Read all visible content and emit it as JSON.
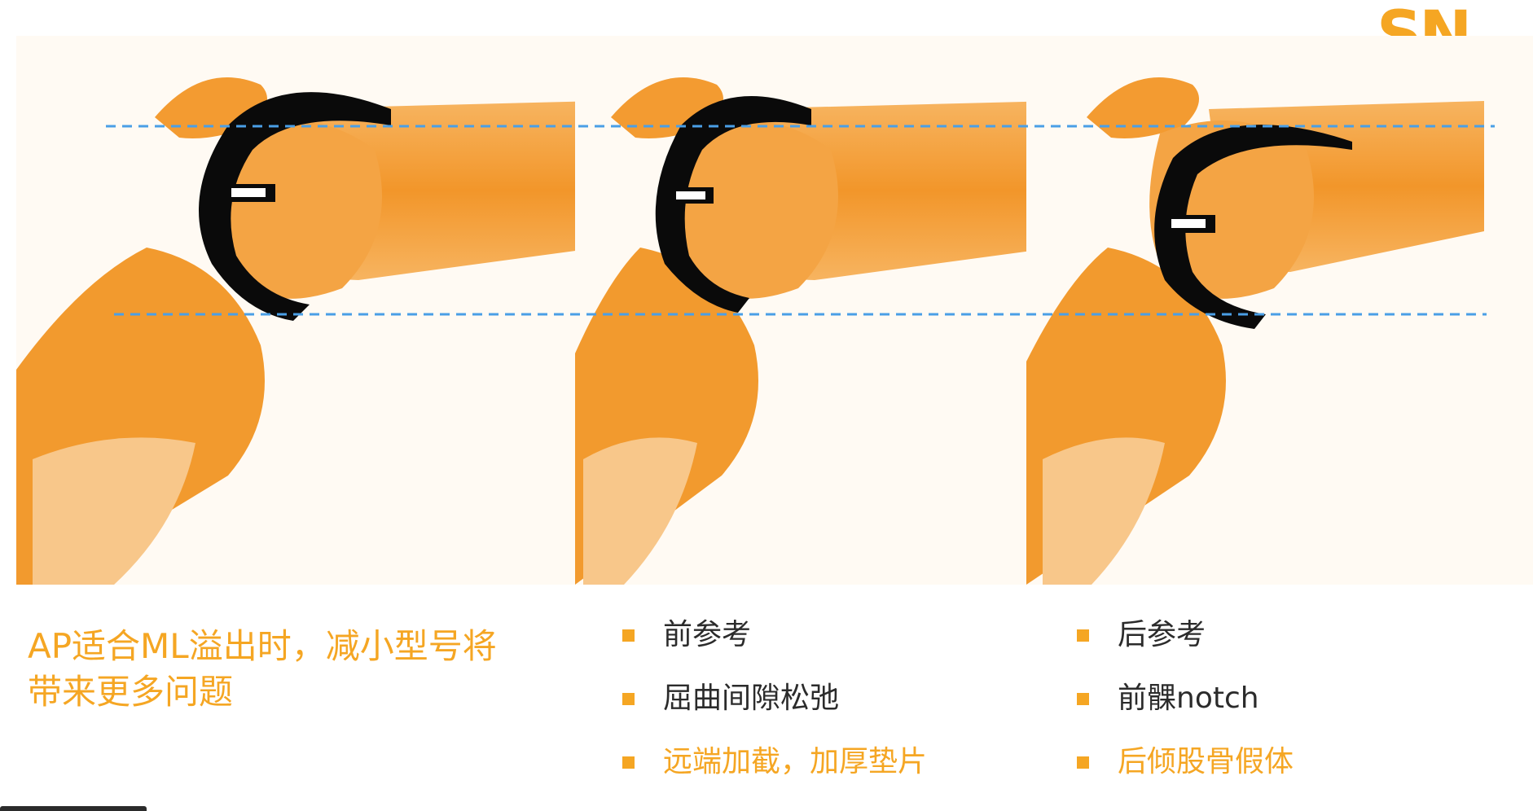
{
  "colors": {
    "accent": "#f5a623",
    "bone": "#f29a30",
    "bone_light": "#f8c98a",
    "implant": "#0a0a0a",
    "guide_line": "#4a9fe6",
    "text_dark": "#2b2b2b",
    "bullet": "#f5a623"
  },
  "logo": {
    "text": "SN"
  },
  "figure": {
    "panels": [
      {
        "id": "panel-fit",
        "implant_variant": "standard"
      },
      {
        "id": "panel-anterior-reference",
        "implant_variant": "smaller"
      },
      {
        "id": "panel-posterior-reference",
        "implant_variant": "posterior"
      }
    ],
    "guide_lines": 2
  },
  "main_text": {
    "line1": "AP适合ML溢出时，减小型号将",
    "line2": "带来更多问题"
  },
  "columns": [
    {
      "items": [
        {
          "text": "前参考",
          "highlight": false
        },
        {
          "text": "屈曲间隙松弛",
          "highlight": false
        },
        {
          "text": "远端加截，加厚垫片",
          "highlight": true
        }
      ]
    },
    {
      "items": [
        {
          "text": "后参考",
          "highlight": false
        },
        {
          "text": "前髁notch",
          "highlight": false
        },
        {
          "text": "后倾股骨假体",
          "highlight": true
        }
      ]
    }
  ]
}
